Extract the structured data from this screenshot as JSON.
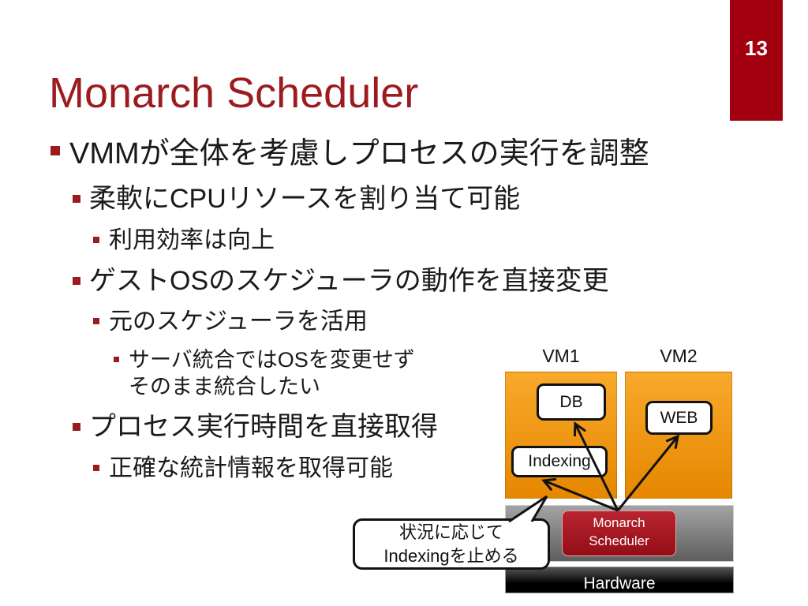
{
  "slide": {
    "page_number": "13",
    "title": "Monarch Scheduler"
  },
  "content": {
    "bullets": [
      {
        "text": "VMMが全体を考慮しプロセスの実行を調整",
        "children": [
          {
            "text": "柔軟にCPUリソースを割り当て可能",
            "children": [
              {
                "text": "利用効率は向上"
              }
            ]
          },
          {
            "text": "ゲストOSのスケジューラの動作を直接変更",
            "children": [
              {
                "text": "元のスケジューラを活用",
                "children": [
                  {
                    "lines": [
                      "サーバ統合ではOSを変更せず",
                      "そのまま統合したい"
                    ]
                  }
                ]
              }
            ]
          },
          {
            "text": "プロセス実行時間を直接取得",
            "children": [
              {
                "text": "正確な統計情報を取得可能"
              }
            ]
          }
        ]
      }
    ]
  },
  "diagram": {
    "vms": [
      {
        "label": "VM1",
        "processes": [
          "DB",
          "Indexing"
        ]
      },
      {
        "label": "VM2",
        "processes": [
          "WEB"
        ]
      }
    ],
    "scheduler": {
      "lines": [
        "Monarch",
        "Scheduler"
      ]
    },
    "callout": {
      "lines": [
        "状況に応じて",
        "Indexingを止める"
      ]
    },
    "hardware_label": "Hardware"
  },
  "colors": {
    "accent": "#9C1B1F",
    "page_badge": "#A3000F",
    "body_text": "#1A1A1A",
    "vm_light": "#F8A92B",
    "vm_dark": "#E68700",
    "hypervisor_light": "#A3A3A3",
    "hypervisor_dark": "#5E5E5E",
    "scheduler": "#B3111D",
    "hardware": "#000000"
  }
}
